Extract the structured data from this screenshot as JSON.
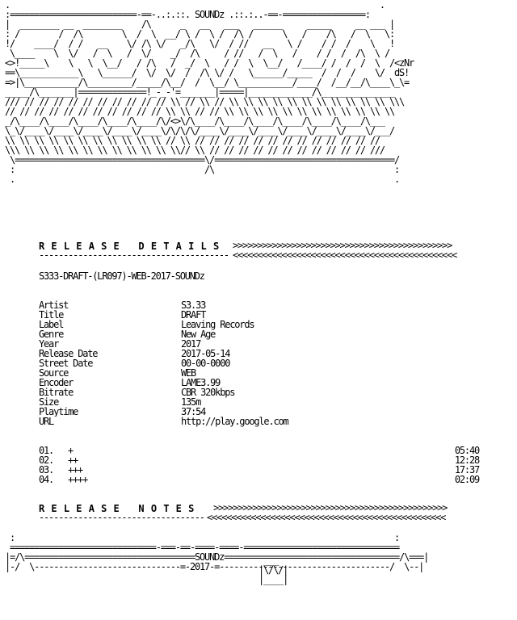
{
  "header": {
    "top_label": "SOUNDz",
    "right_tag_top": "zNr",
    "right_tag_bottom": "dS!"
  },
  "release_details": {
    "heading": "RELEASE DETAILS",
    "release_name": "S333-DRAFT-(LR097)-WEB-2017-SOUNDz",
    "fields": [
      {
        "label": "Artist",
        "value": "S3.33"
      },
      {
        "label": "Title",
        "value": "DRAFT"
      },
      {
        "label": "Label",
        "value": "Leaving Records"
      },
      {
        "label": "Genre",
        "value": "New Age"
      },
      {
        "label": "Year",
        "value": "2017"
      },
      {
        "label": "Release Date",
        "value": "2017-05-14"
      },
      {
        "label": "Street Date",
        "value": "00-00-0000"
      },
      {
        "label": "Source",
        "value": "WEB"
      },
      {
        "label": "Encoder",
        "value": "LAME3.99"
      },
      {
        "label": "Bitrate",
        "value": "CBR 320kbps"
      },
      {
        "label": "Size",
        "value": "135m"
      },
      {
        "label": "Playtime",
        "value": "37:54"
      },
      {
        "label": "URL",
        "value": "http://play.google.com"
      }
    ],
    "tracks": [
      {
        "num": "01.",
        "title": "+",
        "time": "05:40"
      },
      {
        "num": "02.",
        "title": "++",
        "time": "12:28"
      },
      {
        "num": "03.",
        "title": "+++",
        "time": "17:37"
      },
      {
        "num": "04.",
        "title": "++++",
        "time": "02:09"
      }
    ]
  },
  "release_notes": {
    "heading": "RELEASE NOTES"
  },
  "footer": {
    "group": "SOUNDz",
    "year": "2017"
  }
}
